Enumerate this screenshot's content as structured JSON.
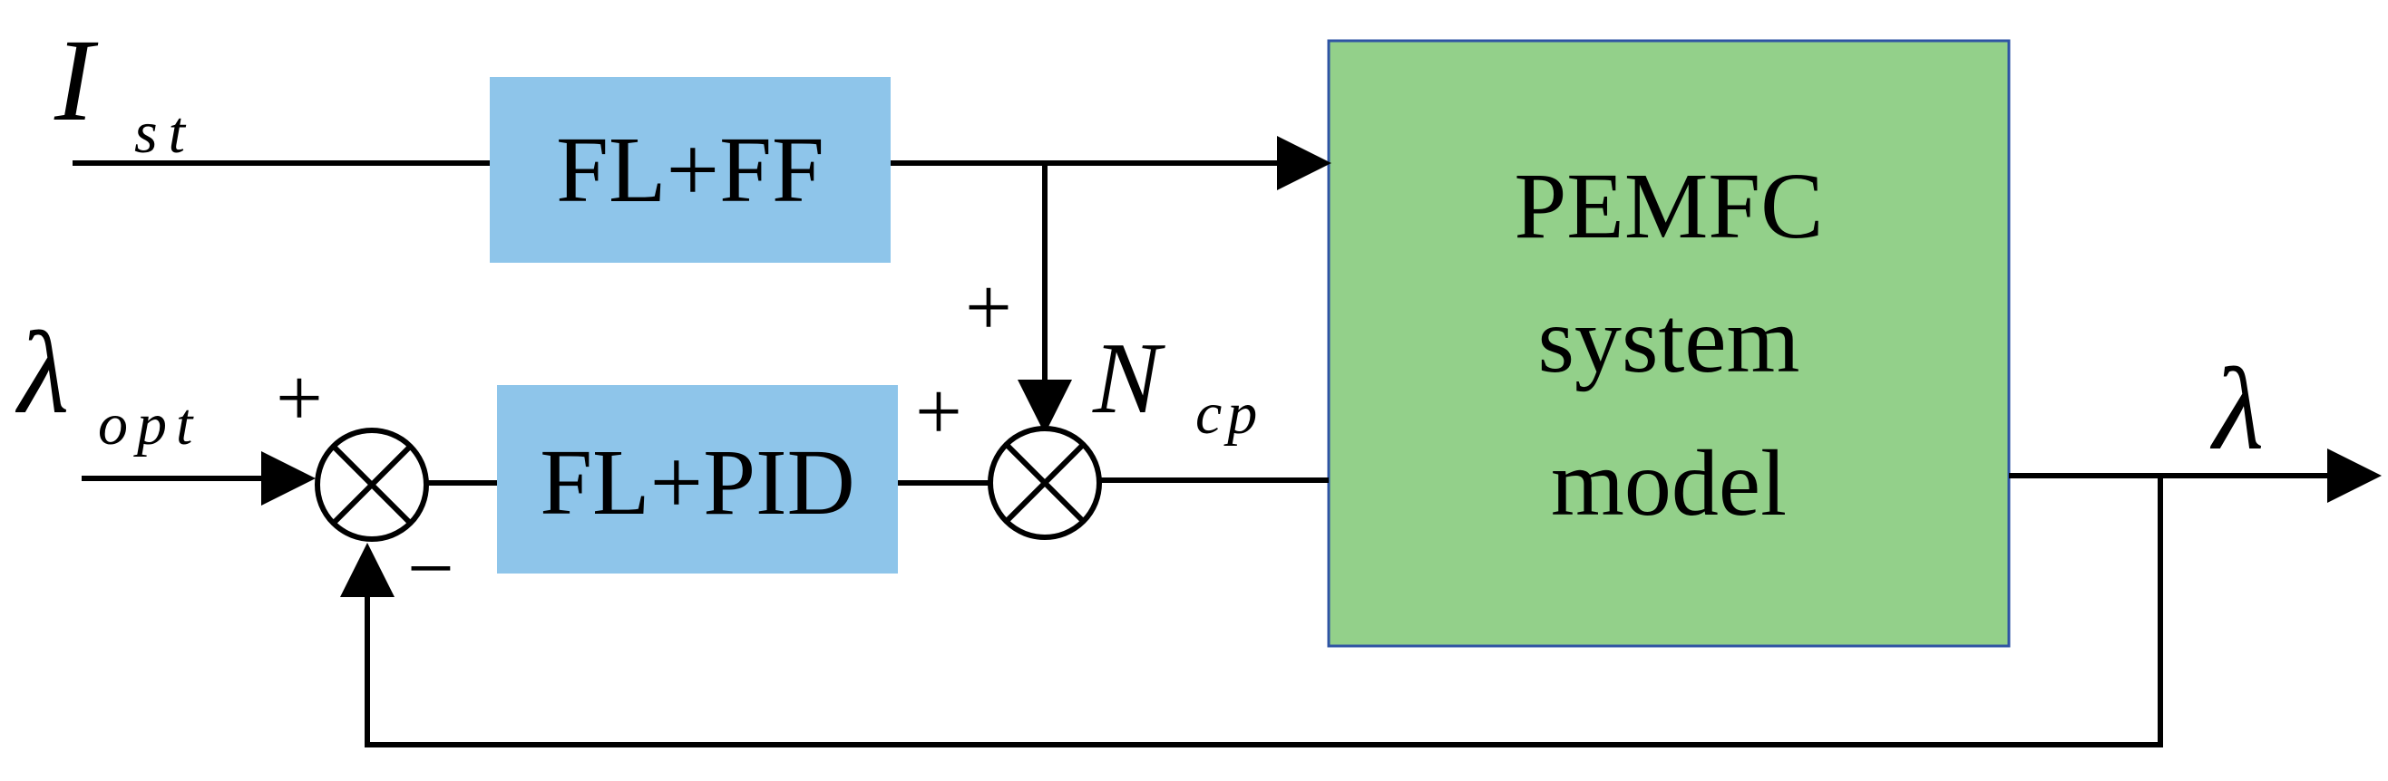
{
  "inputs": {
    "current": {
      "symbol": "I",
      "subscript": "st"
    },
    "lambda_ref": {
      "symbol": "λ",
      "subscript": "opt"
    }
  },
  "blocks": {
    "ff": "FL+FF",
    "pid": "FL+PID",
    "plant": [
      "PEMFC",
      "system",
      "model"
    ]
  },
  "signals": {
    "compressor": {
      "symbol": "N",
      "subscript": "cp"
    },
    "output": "λ"
  },
  "signs": {
    "sum1_ref": "+",
    "sum1_feedback": "−",
    "sum2_pid": "+",
    "sum2_ff": "+"
  },
  "colors": {
    "controller_fill": "#8EC5EA",
    "plant_fill": "#93D08A",
    "plant_border": "#2F54A4",
    "line": "#000000"
  }
}
